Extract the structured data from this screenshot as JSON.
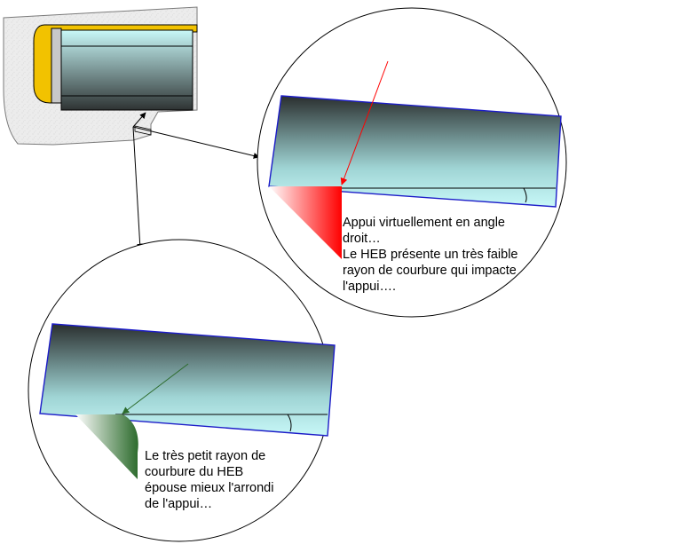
{
  "annotations": {
    "red_contact_note": {
      "lines": [
        "Appui virtuellement en angle",
        "droit…",
        "Le HEB présente un très faible",
        "rayon de courbure qui impacte",
        "l'appui…."
      ]
    },
    "green_contact_note": {
      "lines": [
        "Le très petit rayon de",
        "courbure du HEB",
        "épouse mieux l'arrondi",
        "de l'appui…"
      ]
    }
  },
  "colors": {
    "concrete_fill": "#ececec",
    "bearing_yellow": "#f2c200",
    "beam_dark": "#2e3333",
    "beam_light": "#c8f8f8",
    "beam_outline": "#1c1cc8",
    "red_contact": "#ff0000",
    "green_contact": "#2c6b2c",
    "leader_line": "#000000"
  },
  "icons": {
    "red_arrow": "red-load-arrow-icon",
    "green_arrow": "green-load-arrow-icon"
  }
}
